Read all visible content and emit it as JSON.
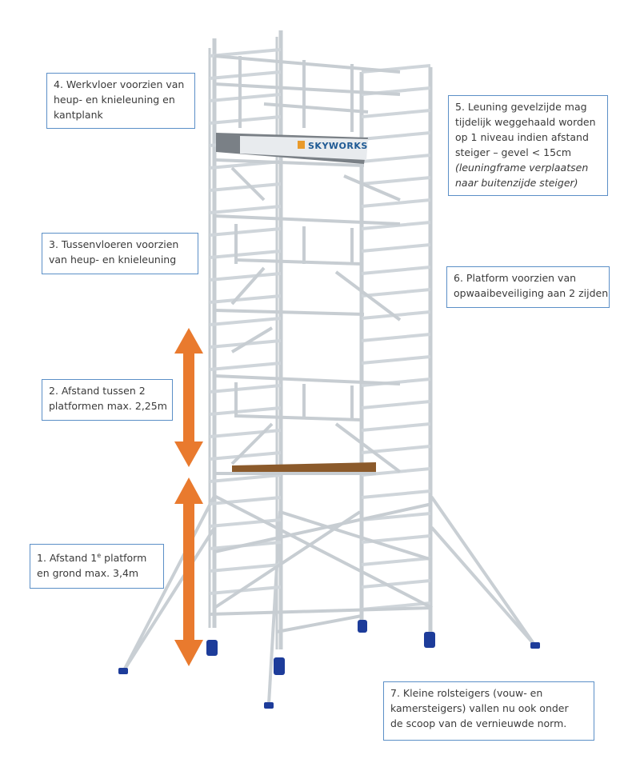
{
  "callouts": {
    "c1": {
      "lines": [
        "1. Afstand 1",
        "en grond max. 3,4m"
      ],
      "sup": "e",
      "line1_suffix": " platform"
    },
    "c2": {
      "lines": [
        "2. Afstand tussen 2",
        "platformen max. 2,25m"
      ]
    },
    "c3": {
      "lines": [
        "3. Tussenvloeren voorzien",
        "van heup- en knieleuning"
      ]
    },
    "c4": {
      "lines": [
        "4. Werkvloer voorzien van",
        "heup- en knieleuning en",
        "kantplank"
      ]
    },
    "c5": {
      "lines": [
        "5. Leuning gevelzijde mag",
        "tijdelijk weggehaald worden",
        "op 1 niveau indien afstand",
        "steiger – gevel < 15cm"
      ],
      "italic_lines": [
        "(leuningframe verplaatsen",
        "naar buitenzijde steiger)"
      ]
    },
    "c6": {
      "lines": [
        "6. Platform voorzien van",
        "opwaaibeveiliging aan 2 zijden"
      ]
    },
    "c7": {
      "lines": [
        "7. Kleine rolsteigers (vouw- en",
        "kamersteigers) vallen nu ook onder",
        "de scoop van de vernieuwde norm."
      ]
    }
  },
  "brand": {
    "name": "SKYWORKS"
  },
  "colors": {
    "arrow": "#e97a2e",
    "border": "#5b8fc7",
    "frame": "#d3d8dc",
    "frame_dark": "#9aa3aa",
    "wheel": "#1d3c9a",
    "platform_wood": "#8b5a2b",
    "deck": "#6e747a"
  }
}
